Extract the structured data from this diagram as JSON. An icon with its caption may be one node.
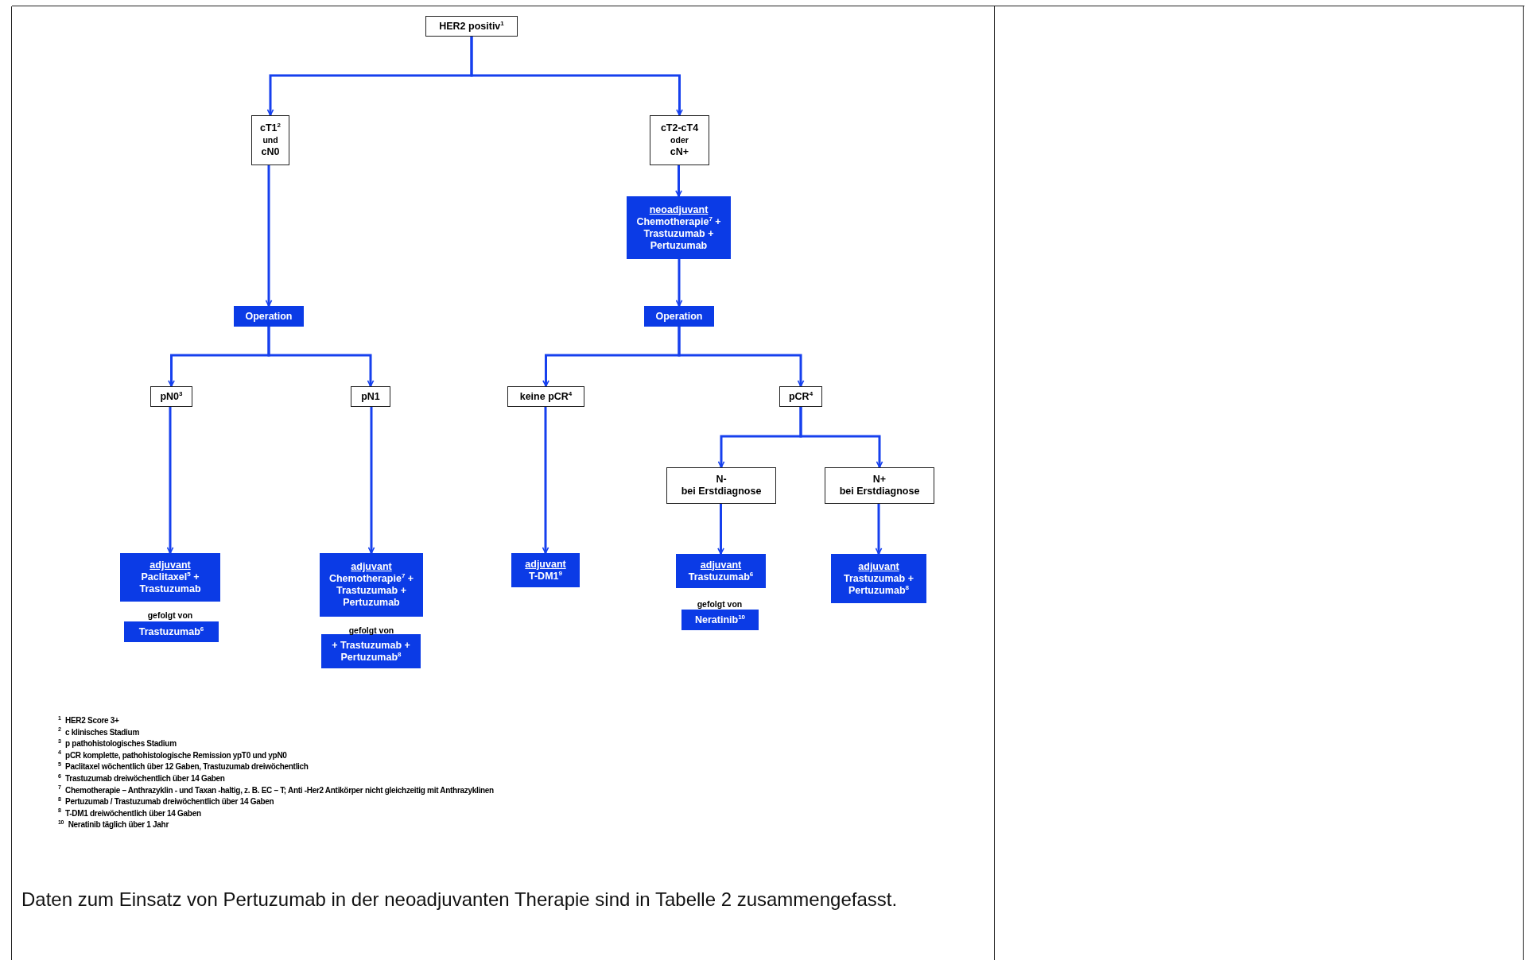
{
  "diagram": {
    "caption": "Daten zum Einsatz von Pertuzumab in der neoadjuvanten Therapie sind in Tabelle 2 zusammengefasst.",
    "nodes": [
      {
        "text": [
          "HER2 positiv$^{1}$"
        ]
      },
      {
        "text": [
          "cT1$^{2}$",
          "und",
          "cN0"
        ]
      },
      {
        "text": [
          "cT2-cT4",
          "oder",
          "cN+"
        ]
      },
      {
        "text": [
          "neoadjuvant",
          "Chemotherapie$^{7}$ + Trastuzumab + Pertuzumab"
        ]
      },
      {
        "text": [
          "Operation"
        ]
      },
      {
        "text": [
          "Operation"
        ]
      },
      {
        "text": [
          "pN0$^{3}$"
        ]
      },
      {
        "text": [
          "pN1"
        ]
      },
      {
        "text": [
          "keine pCR$^{4}$"
        ]
      },
      {
        "text": [
          "pCR$^{4}$"
        ]
      },
      {
        "text": [
          "N-",
          "bei Erstdiagnose"
        ]
      },
      {
        "text": [
          "N+",
          "bei Erstdiagnose"
        ]
      },
      {
        "text": [
          "adjuvant",
          "Paclitaxel$^{5}$ + Trastuzumab"
        ]
      },
      {
        "text": [
          "Trastuzumab$^{6}$"
        ]
      },
      {
        "text": [
          "adjuvant",
          "Chemotherapie$^{7}$ + Trastuzumab + Pertuzumab"
        ]
      },
      {
        "text": [
          "+ Trastuzumab + Pertuzumab$^{8}$"
        ]
      },
      {
        "text": [
          "adjuvant",
          "T-DM1$^{9}$"
        ]
      },
      {
        "text": [
          "adjuvant",
          "Trastuzumab$^{6}$"
        ]
      },
      {
        "text": [
          "Neratinib$^{10}$"
        ]
      },
      {
        "text": [
          "adjuvant",
          "Trastuzumab + Pertuzumab$^{8}$"
        ]
      }
    ],
    "edges": [
      {
        "from": 0,
        "to": 1,
        "arrow": "to"
      },
      {
        "from": 0,
        "to": 2,
        "arrow": "to"
      },
      {
        "from": 1,
        "to": 4,
        "arrow": "to"
      },
      {
        "from": 2,
        "to": 3,
        "arrow": "to"
      },
      {
        "from": 3,
        "to": 5,
        "arrow": "to"
      },
      {
        "from": 4,
        "to": 6,
        "arrow": "to"
      },
      {
        "from": 4,
        "to": 7,
        "arrow": "to"
      },
      {
        "from": 5,
        "to": 8,
        "arrow": "to"
      },
      {
        "from": 5,
        "to": 9,
        "arrow": "to"
      },
      {
        "from": 6,
        "to": 12,
        "arrow": "to"
      },
      {
        "from": 7,
        "to": 14,
        "arrow": "to"
      },
      {
        "from": 8,
        "to": 16,
        "arrow": "to"
      },
      {
        "from": 9,
        "to": 10,
        "arrow": "to"
      },
      {
        "from": 9,
        "to": 11,
        "arrow": "to"
      },
      {
        "from": 10,
        "to": 17,
        "arrow": "to"
      },
      {
        "from": 11,
        "to": 19,
        "arrow": "to"
      }
    ],
    "labels": [
      "gefolgt von",
      "gefolgt von",
      "gefolgt von",
      "$^{1}$ HER2 Score 3+",
      "$^{2}$ c klinisches Stadium",
      "$^{3}$ p pathohistologisches Stadium",
      "$^{4}$ pCR komplette, pathohistologische Remission ypT0 und ypN0",
      "$^{5}$ Paclitaxel wöchentlich über 12 Gaben, Trastuzumab dreiwöchentlich",
      "$^{6}$ Trastuzumab dreiwöchentlich über 14 Gaben",
      "$^{7}$ Chemotherapie – Anthrazyklin - und Taxan -haltig, z. B. EC – T; Anti -Her2 Antikörper nicht gleichzeitig mit Anthrazyklinen",
      "$^{8}$ Pertuzumab / Trastuzumab dreiwöchentlich über 14 Gaben",
      "$^{8}$ T-DM1 dreiwöchentlich über 14 Gaben",
      "$^{10}$ Neratinib täglich über 1 Jahr"
    ]
  }
}
